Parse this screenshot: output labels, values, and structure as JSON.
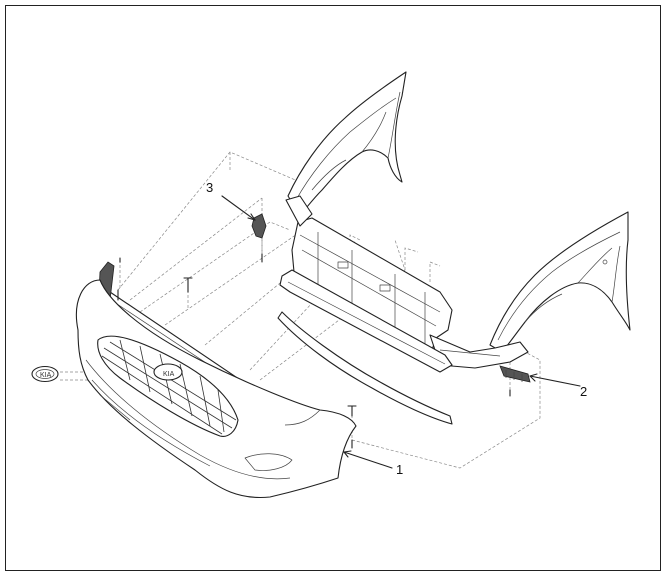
{
  "callouts": [
    {
      "id": "1",
      "label": "1"
    },
    {
      "id": "2",
      "label": "2"
    },
    {
      "id": "3",
      "label": "3"
    }
  ],
  "colors": {
    "line": "#222222",
    "dashed_guide": "#888888",
    "background": "#ffffff"
  }
}
